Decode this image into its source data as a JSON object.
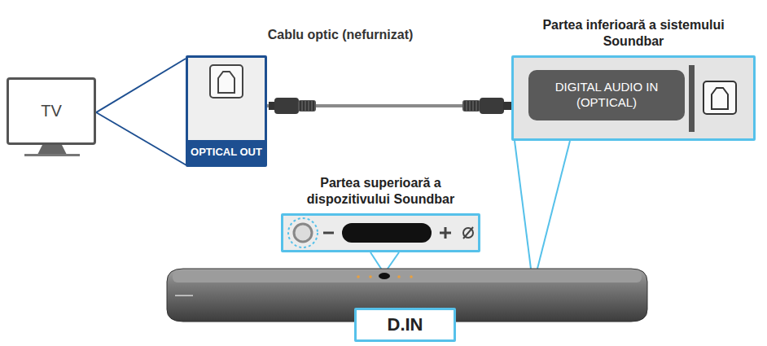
{
  "diagram": {
    "nodes": [
      {
        "text": [
          "TV"
        ]
      },
      {
        "text": [
          "OPTICAL OUT"
        ]
      },
      {
        "text": [
          "Partea inferioară a sistemului Soundbar",
          "DIGITAL AUDIO IN (OPTICAL)"
        ]
      },
      {
        "text": [
          "Partea superioară a dispozitivului Soundbar"
        ]
      },
      {
        "text": [
          "D.IN"
        ]
      }
    ],
    "edges": [
      {
        "from": 0,
        "to": 1,
        "arrow": "none"
      },
      {
        "from": 1,
        "to": 2,
        "arrow": "none",
        "label": "Cablu optic (nefurnizat)"
      }
    ]
  }
}
